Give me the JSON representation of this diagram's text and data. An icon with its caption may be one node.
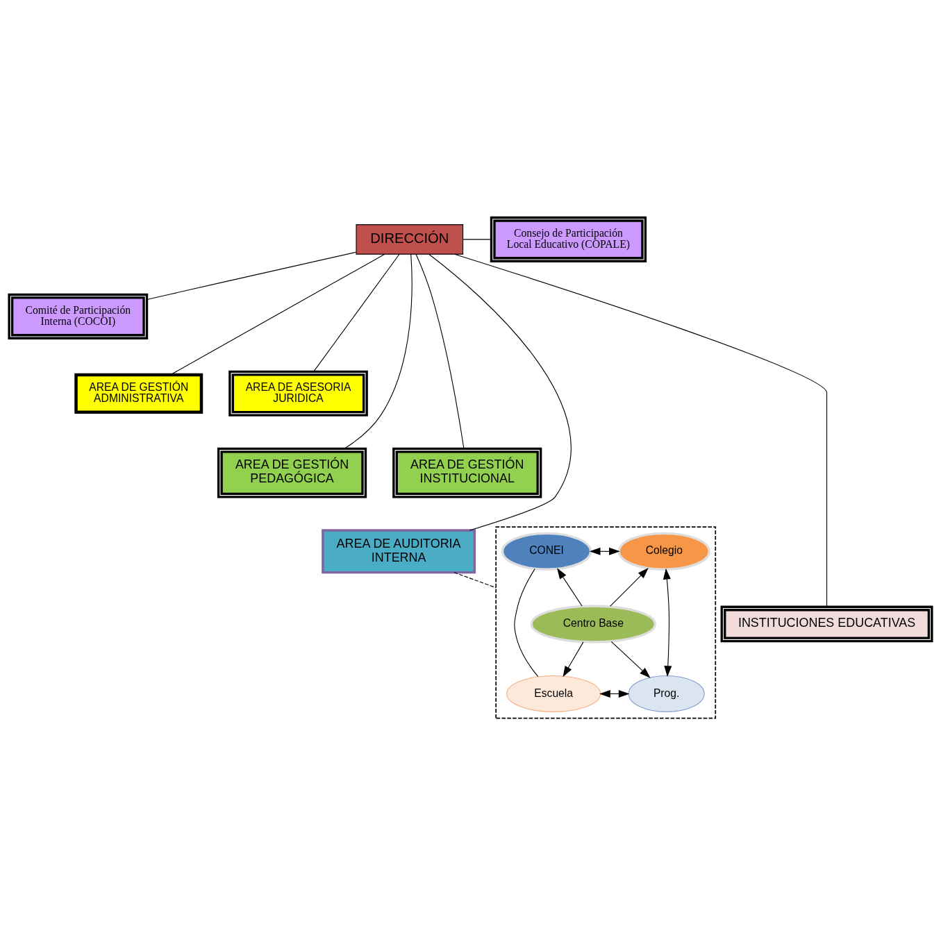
{
  "diagram": {
    "nodes": [
      {
        "text": [
          "DIRECCIÓN"
        ]
      },
      {
        "text": [
          "Consejo de Participación Local Educativo (COPALE)"
        ]
      },
      {
        "text": [
          "Comité de Participación Interna (COCOI)"
        ]
      },
      {
        "text": [
          "AREA DE GESTIÓN ADMINISTRATIVA"
        ]
      },
      {
        "text": [
          "AREA DE ASESORIA JURIDICA"
        ]
      },
      {
        "text": [
          "AREA DE GESTIÓN PEDAGÓGICA"
        ]
      },
      {
        "text": [
          "AREA DE GESTIÓN INSTITUCIONAL"
        ]
      },
      {
        "text": [
          "AREA DE AUDITORIA INTERNA"
        ]
      },
      {
        "text": [
          "INSTITUCIONES EDUCATIVAS"
        ]
      },
      {
        "text": [],
        "shape": "box"
      },
      {
        "text": [
          "CONEI"
        ],
        "in": 9
      },
      {
        "text": [
          "Colegio"
        ],
        "in": 9
      },
      {
        "text": [
          "Centro Base"
        ],
        "in": 9
      },
      {
        "text": [
          "Escuela"
        ],
        "in": 9
      },
      {
        "text": [
          "Prog."
        ],
        "in": 9
      }
    ],
    "edges": [
      {
        "from": 0,
        "to": 1,
        "arrow": "none"
      },
      {
        "from": 0,
        "to": 2,
        "arrow": "none"
      },
      {
        "from": 0,
        "to": 3,
        "arrow": "none"
      },
      {
        "from": 0,
        "to": 4,
        "arrow": "none"
      },
      {
        "from": 0,
        "to": 5,
        "arrow": "none"
      },
      {
        "from": 0,
        "to": 6,
        "arrow": "none"
      },
      {
        "from": 0,
        "to": 7,
        "arrow": "none"
      },
      {
        "from": 0,
        "to": 8,
        "arrow": "none"
      },
      {
        "from": 7,
        "to": 9,
        "arrow": "none",
        "style": "dashed"
      },
      {
        "from": 10,
        "to": 11,
        "arrow": "both"
      },
      {
        "from": 11,
        "to": 14,
        "arrow": "both"
      },
      {
        "from": 14,
        "to": 13,
        "arrow": "both"
      },
      {
        "from": 13,
        "to": 10,
        "arrow": "none"
      },
      {
        "from": 12,
        "to": 10,
        "arrow": "to"
      },
      {
        "from": 12,
        "to": 11,
        "arrow": "to"
      },
      {
        "from": 12,
        "to": 13,
        "arrow": "to"
      },
      {
        "from": 12,
        "to": 14,
        "arrow": "to"
      }
    ]
  }
}
